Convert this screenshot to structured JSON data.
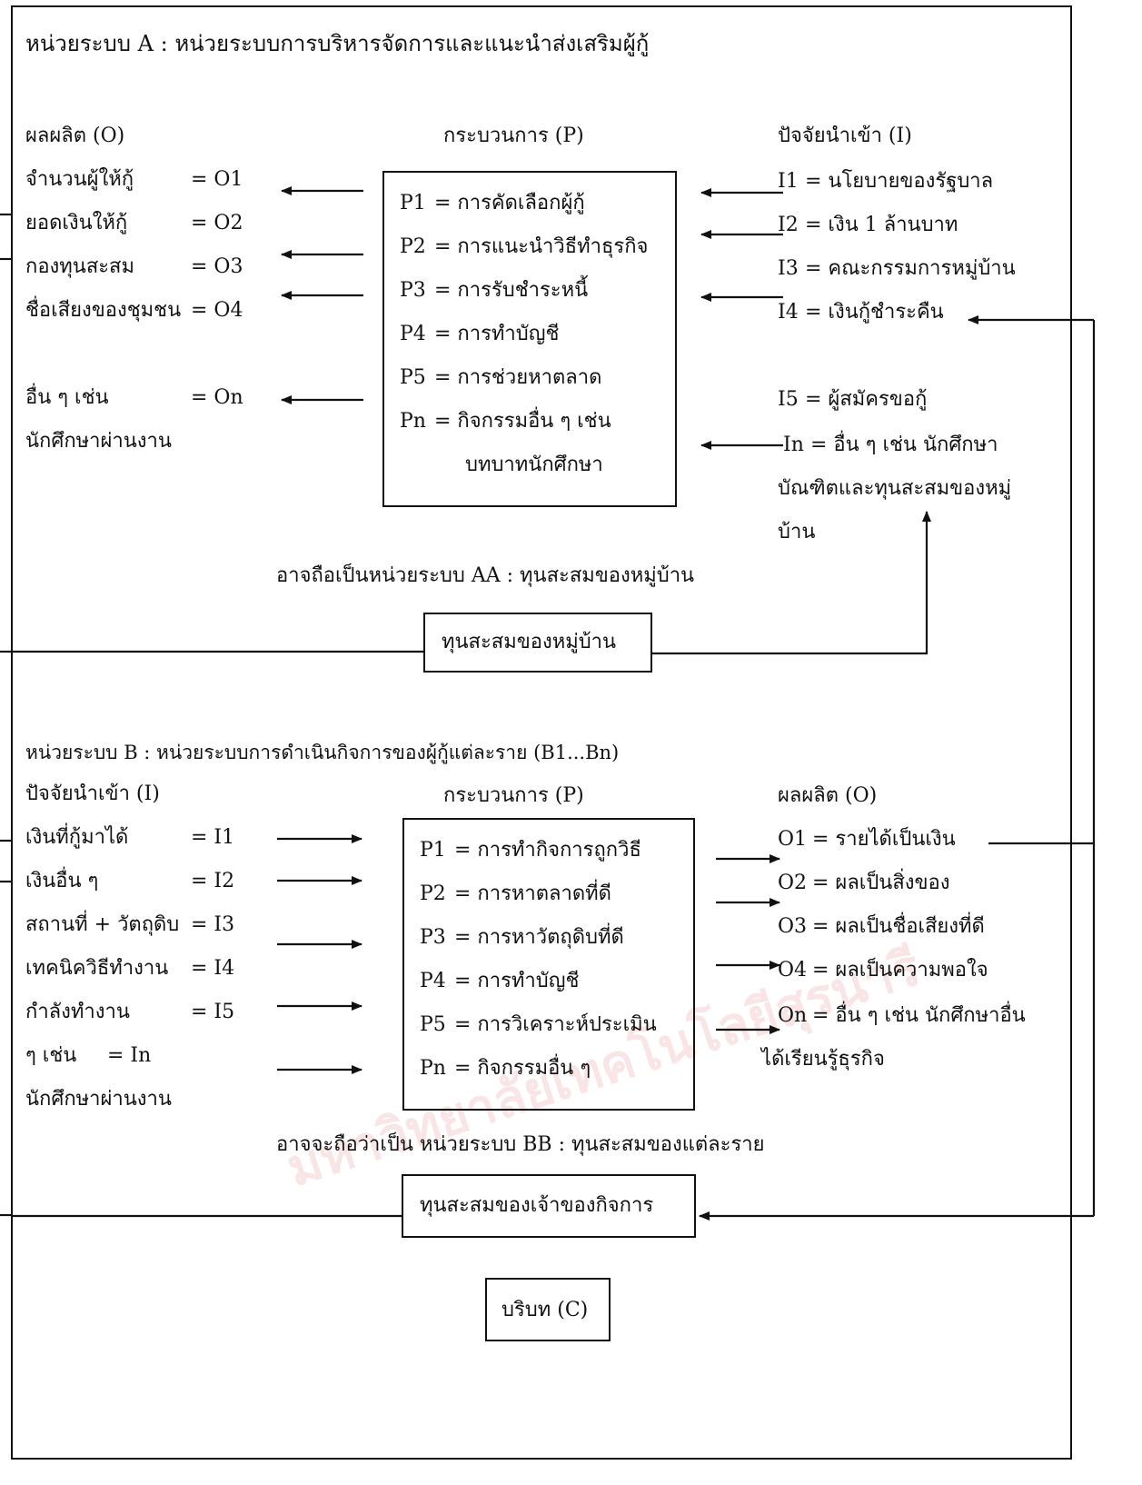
{
  "unit_a": {
    "title": "หน่วยระบบ A : หน่วยระบบการบริหารจัดการและแนะนำส่งเสริมผู้กู้",
    "output_header": "ผลผลิต (O)",
    "process_header": "กระบวนการ (P)",
    "input_header": "ปัจจัยนำเข้า (I)",
    "outputs": [
      {
        "label": "จำนวนผู้ให้กู้",
        "code": "= O1"
      },
      {
        "label": "ยอดเงินให้กู้",
        "code": "= O2"
      },
      {
        "label": "กองทุนสะสม",
        "code": "= O3"
      },
      {
        "label": "ชื่อเสียงของชุมชน",
        "code": "= O4"
      },
      {
        "label": "อื่น ๆ เช่น",
        "code": "= On"
      },
      {
        "label": "นักศึกษาผ่านงาน",
        "code": ""
      }
    ],
    "processes": [
      {
        "code": "P1",
        "label": "= การคัดเลือกผู้กู้"
      },
      {
        "code": "P2",
        "label": "= การแนะนำวิธีทำธุรกิจ"
      },
      {
        "code": "P3",
        "label": "= การรับชำระหนี้"
      },
      {
        "code": "P4",
        "label": "= การทำบัญชี"
      },
      {
        "code": "P5",
        "label": "= การช่วยหาตลาด"
      },
      {
        "code": "Pn",
        "label": "= กิจกรรมอื่น ๆ เช่น"
      },
      {
        "code": "",
        "label": "บทบาทนักศึกษา"
      }
    ],
    "inputs": [
      {
        "code": "I1",
        "label": "= นโยบายของรัฐบาล"
      },
      {
        "code": "I2",
        "label": "= เงิน 1 ล้านบาท"
      },
      {
        "code": "I3",
        "label": "= คณะกรรมการหมู่บ้าน"
      },
      {
        "code": "I4",
        "label": "= เงินกู้ชำระคืน"
      },
      {
        "code": "I5",
        "label": "= ผู้สมัครขอกู้"
      },
      {
        "code": "In",
        "label": "= อื่น ๆ เช่น นักศึกษา"
      },
      {
        "code": "",
        "label": "บัณฑิตและทุนสะสมของหมู่"
      },
      {
        "code": "",
        "label": "บ้าน"
      }
    ],
    "aa_caption": "อาจถือเป็นหน่วยระบบ AA : ทุนสะสมของหมู่บ้าน",
    "aa_box": "ทุนสะสมของหมู่บ้าน"
  },
  "unit_b": {
    "title": "หน่วยระบบ B : หน่วยระบบการดำเนินกิจการของผู้กู้แต่ละราย (B1...Bn)",
    "input_header": "ปัจจัยนำเข้า (I)",
    "process_header": "กระบวนการ (P)",
    "output_header": "ผลผลิต (O)",
    "inputs": [
      {
        "label": "เงินที่กู้มาได้",
        "code": "= I1"
      },
      {
        "label": "เงินอื่น ๆ",
        "code": "= I2"
      },
      {
        "label": "สถานที่ + วัตถุดิบ",
        "code": "= I3"
      },
      {
        "label": "เทคนิควิธีทำงาน",
        "code": "= I4"
      },
      {
        "label": "กำลังทำงาน",
        "code": "= I5"
      },
      {
        "label": "ๆ เช่น",
        "code": "= In"
      },
      {
        "label": "นักศึกษาผ่านงาน",
        "code": ""
      }
    ],
    "processes": [
      {
        "code": "P1",
        "label": "= การทำกิจการถูกวิธี"
      },
      {
        "code": "P2",
        "label": "= การหาตลาดที่ดี"
      },
      {
        "code": "P3",
        "label": "= การหาวัตถุดิบที่ดี"
      },
      {
        "code": "P4",
        "label": "= การทำบัญชี"
      },
      {
        "code": "P5",
        "label": "= การวิเคราะห์ประเมิน"
      },
      {
        "code": "Pn",
        "label": "= กิจกรรมอื่น ๆ"
      }
    ],
    "outputs": [
      {
        "code": "O1",
        "label": "= รายได้เป็นเงิน"
      },
      {
        "code": "O2",
        "label": "= ผลเป็นสิ่งของ"
      },
      {
        "code": "O3",
        "label": "= ผลเป็นชื่อเสียงที่ดี"
      },
      {
        "code": "O4",
        "label": "= ผลเป็นความพอใจ"
      },
      {
        "code": "On",
        "label": "= อื่น ๆ เช่น นักศึกษาอื่น"
      },
      {
        "code": "",
        "label": "ได้เรียนรู้ธุรกิจ"
      }
    ],
    "bb_caption": "อาจจะถือว่าเป็น หน่วยระบบ BB : ทุนสะสมของแต่ละราย",
    "bb_box": "ทุนสะสมของเจ้าของกิจการ"
  },
  "context_box": "บริบท (C)",
  "watermark": "มหาวิทยาลัยเทคโนโลยีสุรนารี"
}
